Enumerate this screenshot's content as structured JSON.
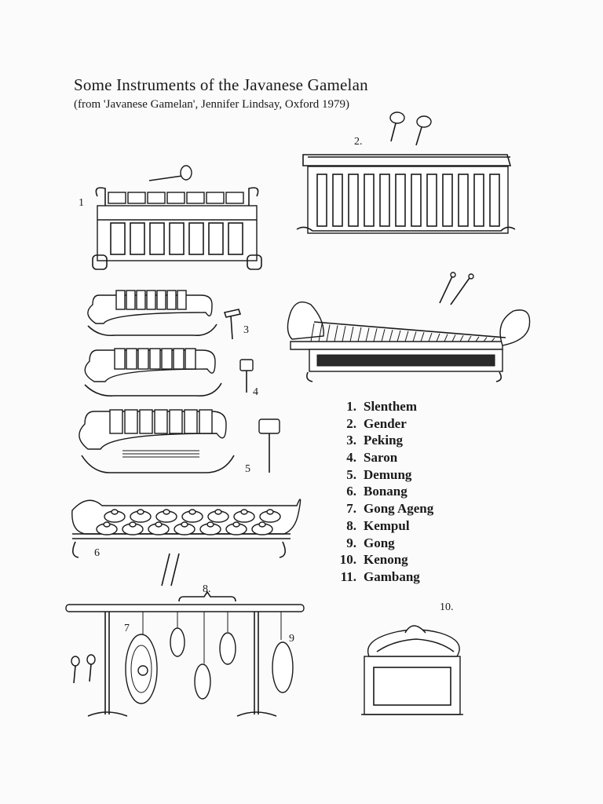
{
  "header": {
    "title": "Some Instruments of the Javanese Gamelan",
    "subtitle": "(from 'Javanese Gamelan', Jennifer Lindsay, Oxford 1979)"
  },
  "figure_labels": {
    "n1": "1",
    "n2": "2.",
    "n3": "3",
    "n4": "4",
    "n5": "5",
    "n6": "6",
    "n7": "7",
    "n8": "8.",
    "n9": "9",
    "n10": "10."
  },
  "legend": [
    {
      "num": "1.",
      "name": "Slenthem"
    },
    {
      "num": "2.",
      "name": "Gender"
    },
    {
      "num": "3.",
      "name": "Peking"
    },
    {
      "num": "4.",
      "name": "Saron"
    },
    {
      "num": "5.",
      "name": "Demung"
    },
    {
      "num": "6.",
      "name": "Bonang"
    },
    {
      "num": "7.",
      "name": "Gong Ageng"
    },
    {
      "num": "8.",
      "name": "Kempul"
    },
    {
      "num": "9.",
      "name": "Gong"
    },
    {
      "num": "10.",
      "name": "Kenong"
    },
    {
      "num": "11.",
      "name": "Gambang"
    }
  ]
}
